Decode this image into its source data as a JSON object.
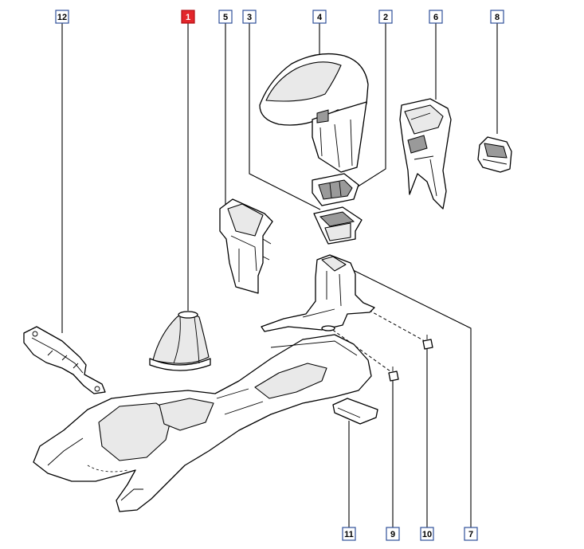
{
  "diagram": {
    "selected_part": "1",
    "callouts": [
      {
        "id": "c12",
        "label": "12",
        "selected": false
      },
      {
        "id": "c1",
        "label": "1",
        "selected": true
      },
      {
        "id": "c5",
        "label": "5",
        "selected": false
      },
      {
        "id": "c3",
        "label": "3",
        "selected": false
      },
      {
        "id": "c4",
        "label": "4",
        "selected": false
      },
      {
        "id": "c2",
        "label": "2",
        "selected": false
      },
      {
        "id": "c6",
        "label": "6",
        "selected": false
      },
      {
        "id": "c8",
        "label": "8",
        "selected": false
      },
      {
        "id": "c11",
        "label": "11",
        "selected": false
      },
      {
        "id": "c9",
        "label": "9",
        "selected": false
      },
      {
        "id": "c10",
        "label": "10",
        "selected": false
      },
      {
        "id": "c7",
        "label": "7",
        "selected": false
      }
    ],
    "colors": {
      "callout_border": "#2f4f9a",
      "selected_fill": "#e3262b",
      "line": "#000000",
      "background": "#ffffff"
    }
  }
}
